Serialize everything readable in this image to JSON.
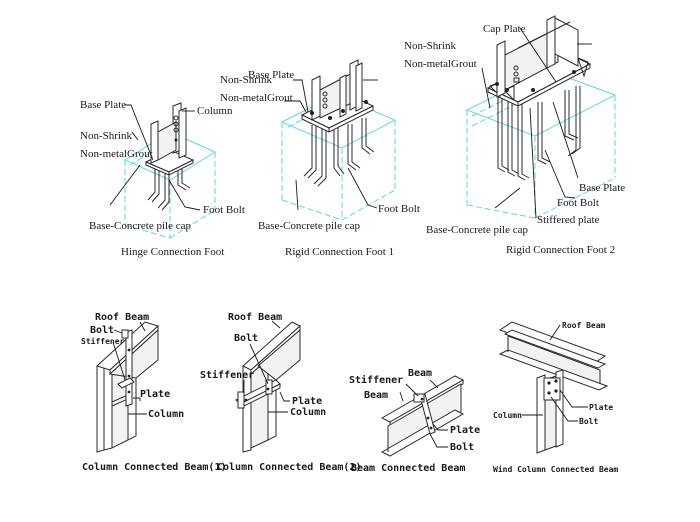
{
  "colors": {
    "background": "#ffffff",
    "line": "#2b2b2b",
    "concrete_outline": "#5fd9e0"
  },
  "diagrams": {
    "hinge_foot": {
      "caption": "Hinge Connection Foot",
      "labels": {
        "base_plate": "Base Plate",
        "column": "Column",
        "non_shrink": "Non-Shrink",
        "grout": "Non-metalGrout",
        "foot_bolt": "Foot Bolt",
        "pile_cap": "Base-Concrete pile cap"
      }
    },
    "rigid_foot_1": {
      "caption": "Rigid Connection Foot 1",
      "labels": {
        "base_plate": "Base Plate",
        "non_shrink": "Non-Shrink",
        "grout": "Non-metalGrout",
        "foot_bolt": "Foot Bolt",
        "pile_cap": "Base-Concrete pile cap"
      }
    },
    "rigid_foot_2": {
      "caption": "Rigid Connection Foot 2",
      "labels": {
        "cap_plate": "Cap Plate",
        "non_shrink": "Non-Shrink",
        "grout": "Non-metalGrout",
        "base_plate": "Base Plate",
        "foot_bolt": "Foot Bolt",
        "stiffened_plate": "Stiffered plate",
        "pile_cap": "Base-Concrete pile cap"
      }
    },
    "column_beam_1": {
      "caption": "Column Connected Beam(1)",
      "labels": {
        "roof_beam": "Roof Beam",
        "bolt": "Bolt",
        "stiffener": "Stiffener",
        "plate": "Plate",
        "column": "Column"
      }
    },
    "column_beam_2": {
      "caption": "Column Connected Beam(2)",
      "labels": {
        "roof_beam": "Roof Beam",
        "bolt": "Bolt",
        "stiffener": "Stiffener",
        "plate": "Plate",
        "column": "Column"
      }
    },
    "beam_beam": {
      "caption": "Beam Connected Beam",
      "labels": {
        "stiffener": "Stiffener",
        "beam_top": "Beam",
        "beam_left": "Beam",
        "plate": "Plate",
        "bolt": "Bolt"
      }
    },
    "wind_column": {
      "caption": "Wind Column Connected Beam",
      "labels": {
        "roof_beam": "Roof Beam",
        "plate": "Plate",
        "column": "Column",
        "bolt": "Bolt"
      }
    }
  }
}
